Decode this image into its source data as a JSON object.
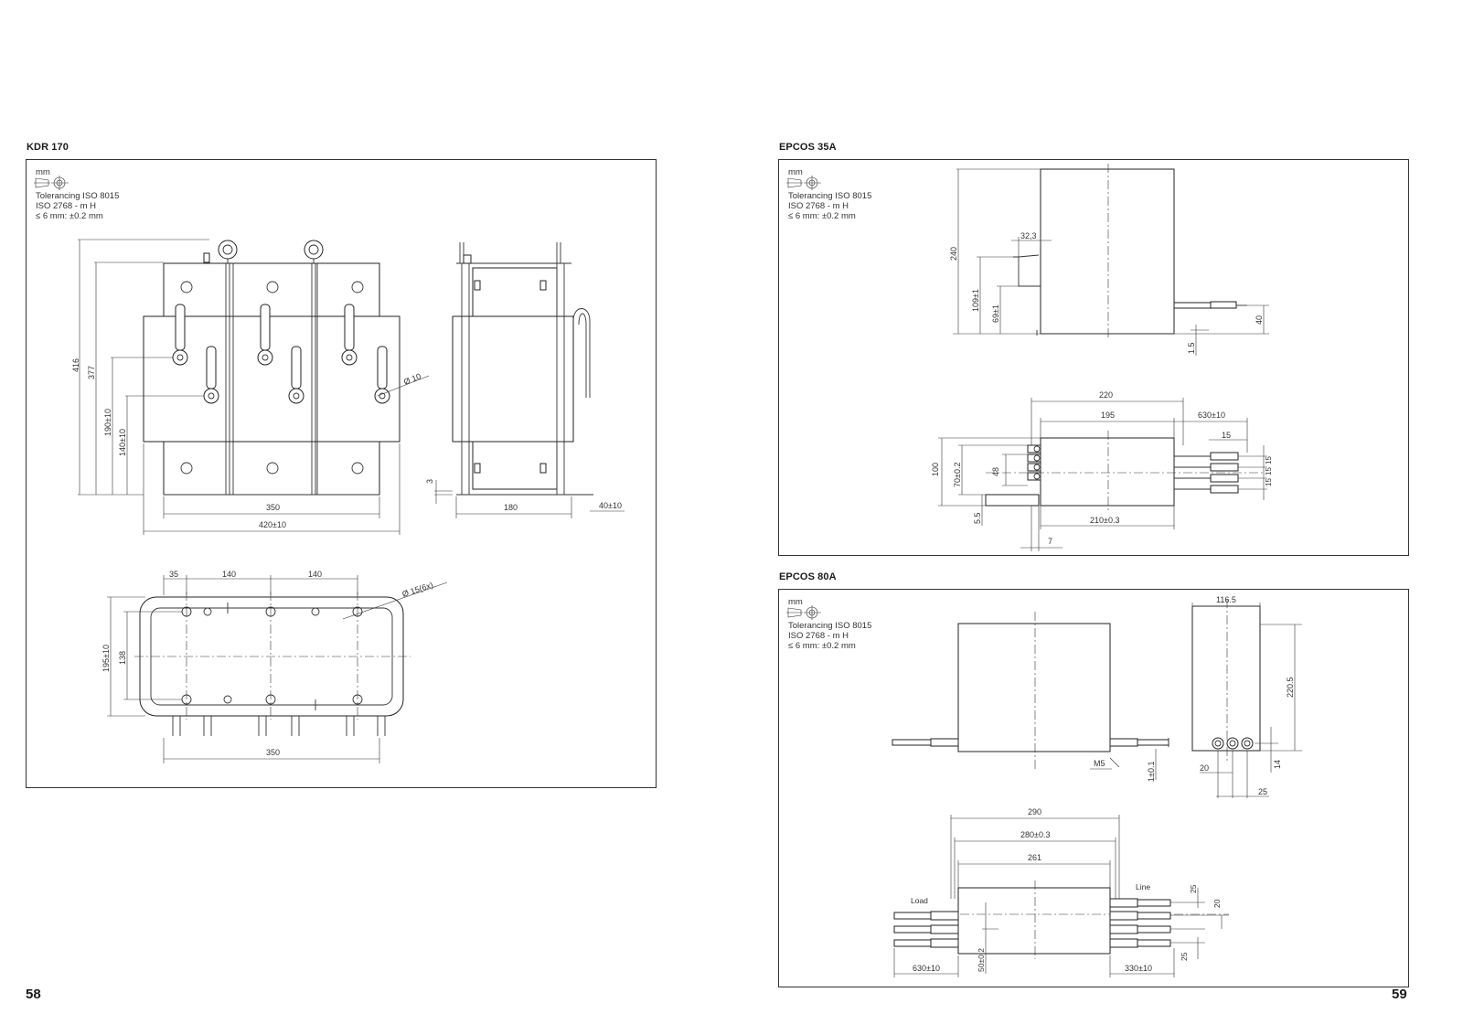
{
  "pages": {
    "left": "58",
    "right": "59"
  },
  "common_notes": {
    "unit": "mm",
    "tolerancing": "Tolerancing ISO 8015",
    "iso": "ISO 2768 - m H",
    "small_dims": "≤ 6 mm: ±0.2 mm"
  },
  "kdr170": {
    "title": "KDR 170",
    "dims": {
      "h416": "416",
      "h377": "377",
      "h190": "190±10",
      "h140": "140±10",
      "w350": "350",
      "w420": "420±10",
      "dia10": "Ø 10",
      "d3": "3",
      "w180": "180",
      "w40": "40±10",
      "t35": "35",
      "t140a": "140",
      "t140b": "140",
      "dia15": "Ø 15(6x)",
      "h195": "195±10",
      "h138": "138",
      "b350": "350"
    }
  },
  "epcos35": {
    "title": "EPCOS 35A",
    "dims": {
      "h240": "240",
      "w32": "32,3",
      "h109": "109±1",
      "h69": "69±1",
      "h40": "40",
      "d15": "1.5",
      "w220": "220",
      "w195": "195",
      "w630": "630±10",
      "w15": "15",
      "h100": "100",
      "h70": "70±0.2",
      "h48": "48",
      "s15a": "15",
      "s15b": "15",
      "s15c": "15",
      "w210": "210±0.3",
      "d55": "5.5",
      "d7": "7"
    }
  },
  "epcos80": {
    "title": "EPCOS 80A",
    "dims": {
      "w116": "116.5",
      "h220": "220.5",
      "m5": "M5",
      "d1": "1±0.1",
      "d20": "20",
      "d14": "14",
      "d25": "25",
      "w290": "290",
      "w280": "280±0.3",
      "w261": "261",
      "load": "Load",
      "line": "Line",
      "r25a": "25",
      "r20": "20",
      "r25b": "25",
      "h50": "50±0.2",
      "w630": "630±10",
      "w330": "330±10"
    }
  }
}
